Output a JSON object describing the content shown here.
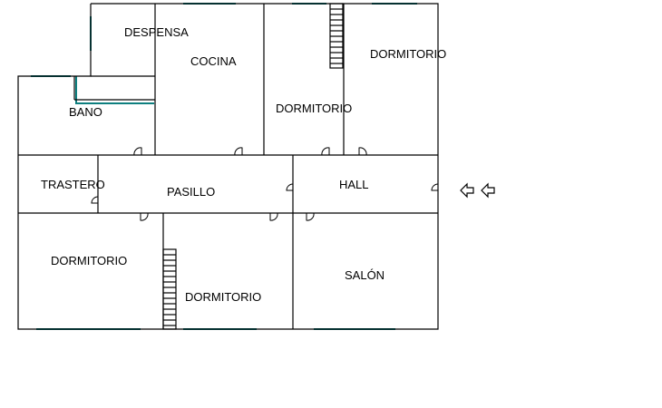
{
  "rooms": {
    "despensa": "DESPENSA",
    "cocina": "COCINA",
    "dormitorio_ne": "DORMITORIO",
    "dormitorio_n": "DORMITORIO",
    "bano": "BANO",
    "trastero": "TRASTERO",
    "pasillo": "PASILLO",
    "hall": "HALL",
    "dormitorio_sw": "DORMITORIO",
    "dormitorio_s": "DORMITORIO",
    "salon": "SALÓN"
  },
  "colors": {
    "wall": "#000000",
    "window": "#0e7f7f",
    "background": "#ffffff"
  },
  "icons": {
    "entrance_arrows": "arrow-left-icon"
  }
}
